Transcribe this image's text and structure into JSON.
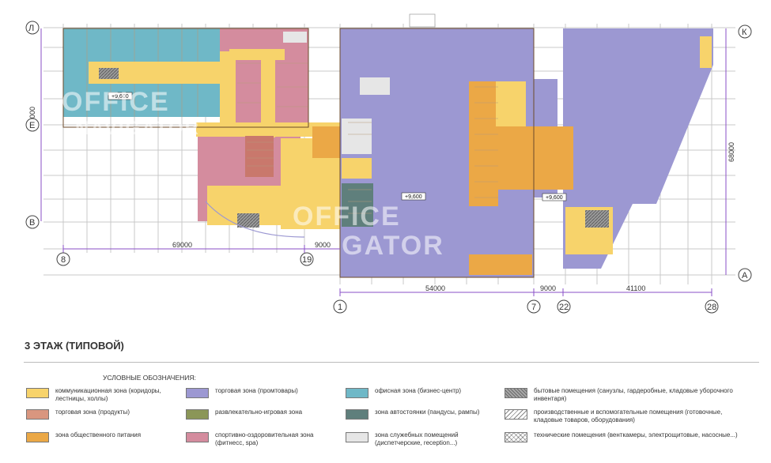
{
  "axes": {
    "rows": [
      "Л",
      "Е",
      "В",
      "К",
      "А"
    ],
    "cols": [
      "8",
      "19",
      "1",
      "7",
      "22",
      "28"
    ]
  },
  "dimensions": {
    "d_69000": "69000",
    "d_9000_top": "9000",
    "d_54000_left": "54000",
    "d_54000_bottom": "54000",
    "d_9000_bottom": "9000",
    "d_41100": "41100",
    "d_68000": "68000"
  },
  "elevations": [
    "+9,600",
    "+9,600",
    "+9,600"
  ],
  "watermark": {
    "line1": "OFFICE",
    "line2": "NAVIGATOR",
    "line2b": "VIGATOR"
  },
  "floor_title": "3 ЭТАЖ (ТИПОВОЙ)",
  "legend": {
    "title": "УСЛОВНЫЕ ОБОЗНАЧЕНИЯ:",
    "items": [
      {
        "label": "коммуникационная зона (коридоры, лестницы, холлы)",
        "color": "#f7d36b"
      },
      {
        "label": "торговая зона (продукты)",
        "color": "#d9967f"
      },
      {
        "label": "зона общественного питания",
        "color": "#eba846"
      },
      {
        "label": "торговая зона (промтовары)",
        "color": "#9c98d2"
      },
      {
        "label": "развлекательно-игровая зона",
        "color": "#8b9658"
      },
      {
        "label": "спортивно-оздоровительная зона (фитнесс, spa)",
        "color": "#d48c9e"
      },
      {
        "label": "офисная зона (бизнес-центр)",
        "color": "#6fb8c7"
      },
      {
        "label": "зона автостоянки (пандусы, рампы)",
        "color": "#5f7f7c"
      },
      {
        "label": "зона служебных помещений (диспетчерские, reception...)",
        "color": "#e6e6e6"
      },
      {
        "label": "бытовые помещения (санузлы, гардеробные, кладовые уборочного инвентаря)",
        "color": "#8a8a8a"
      },
      {
        "label": "производственные и вспомогательные помещения (готовочные, кладовые товаров, оборудования)",
        "color": "#ffffff"
      },
      {
        "label": "технические помещения (венткамеры, электрощитовые, насосные...)",
        "color": "#ffffff"
      }
    ]
  }
}
